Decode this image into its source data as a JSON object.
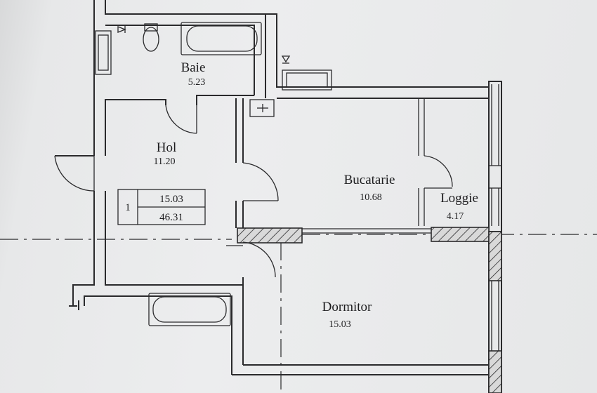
{
  "rooms": {
    "baie": {
      "name": "Baie",
      "area": "5.23"
    },
    "hol": {
      "name": "Hol",
      "area": "11.20"
    },
    "bucatarie": {
      "name": "Bucatarie",
      "area": "10.68"
    },
    "loggie": {
      "name": "Loggie",
      "area": "4.17"
    },
    "dormitor": {
      "name": "Dormitor",
      "area": "15.03"
    }
  },
  "summary_table": {
    "number": "1",
    "living_area": "15.03",
    "total_area": "46.31"
  }
}
